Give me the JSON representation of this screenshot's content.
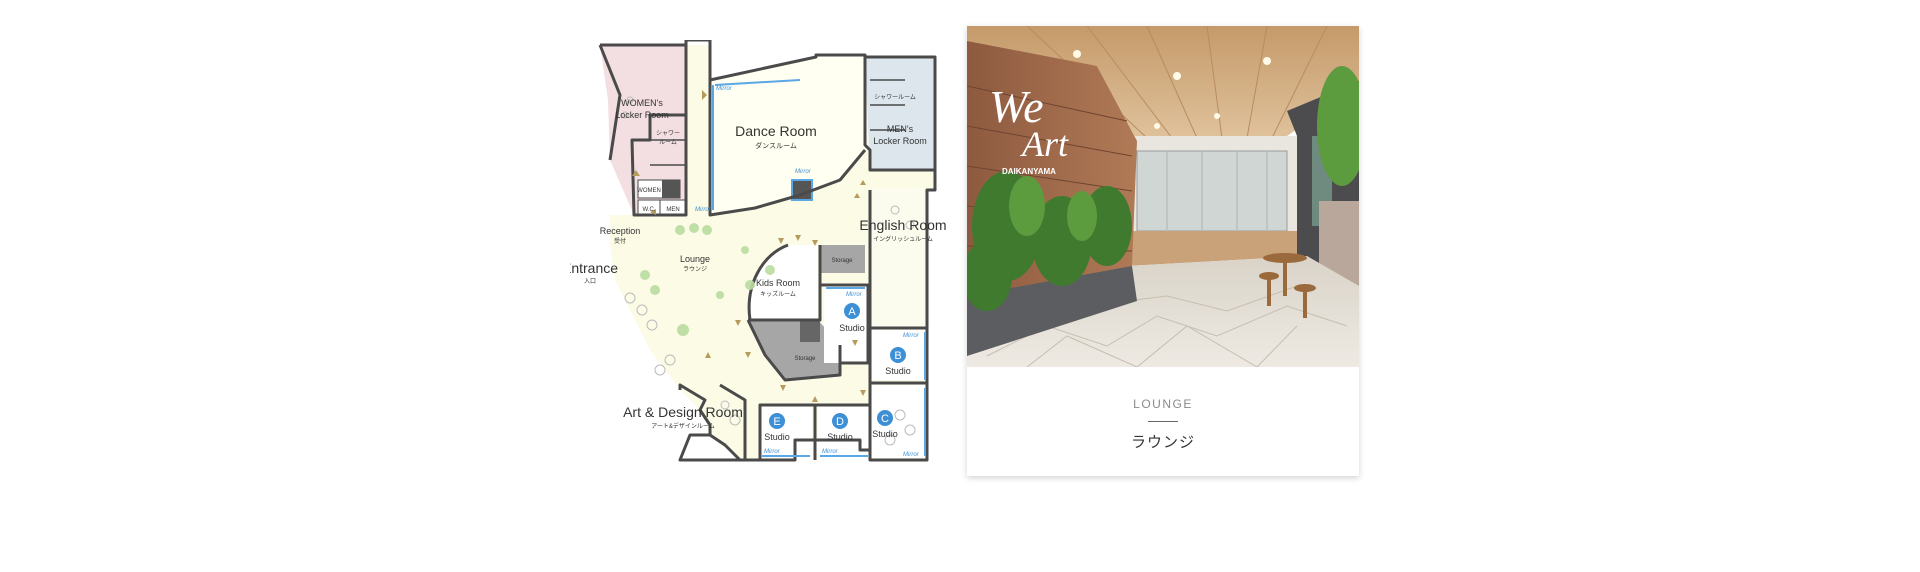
{
  "floor_plan": {
    "rooms": {
      "womens_locker": {
        "en_line1": "WOMEN's",
        "en_line2": "Locker Room"
      },
      "shower_left": {
        "ja_line1": "シャワー",
        "ja_line2": "ルーム"
      },
      "women_wc": {
        "label": "WOMEN"
      },
      "wc": {
        "label": "W.C."
      },
      "men_wc": {
        "label": "MEN"
      },
      "dance": {
        "en": "Dance Room",
        "ja": "ダンスルーム"
      },
      "shower_right": {
        "ja": "シャワールーム"
      },
      "mens_locker": {
        "en_line1": "MEN's",
        "en_line2": "Locker Room"
      },
      "english": {
        "en": "English Room",
        "ja": "イングリッシュルーム"
      },
      "reception": {
        "en": "Reception",
        "ja": "受付"
      },
      "entrance": {
        "en": "Entrance",
        "ja": "入口"
      },
      "lounge": {
        "en": "Lounge",
        "ja": "ラウンジ"
      },
      "kids": {
        "en": "Kids Room",
        "ja": "キッズルーム"
      },
      "storage_upper": {
        "label": "Storage"
      },
      "storage_lower": {
        "label": "Storage"
      },
      "art_design": {
        "en": "Art & Design Room",
        "ja": "アート&デザインルーム"
      }
    },
    "studios": [
      {
        "letter": "A",
        "label": "Studio"
      },
      {
        "letter": "B",
        "label": "Studio"
      },
      {
        "letter": "C",
        "label": "Studio"
      },
      {
        "letter": "D",
        "label": "Studio"
      },
      {
        "letter": "E",
        "label": "Studio"
      }
    ],
    "mirror_label": "Mirror"
  },
  "photo": {
    "sign_line1": "We",
    "sign_line2": "Art",
    "sign_line3": "DAIKANYAMA"
  },
  "card": {
    "title_en": "LOUNGE",
    "title_ja": "ラウンジ"
  },
  "colors": {
    "women_area": "#f3dfe1",
    "men_area": "#dce6ec",
    "main_floor": "#fbfbe6",
    "studio_badge": "#3d8fd6",
    "storage": "#a6a6a6",
    "mirror": "#5aa7e6"
  }
}
